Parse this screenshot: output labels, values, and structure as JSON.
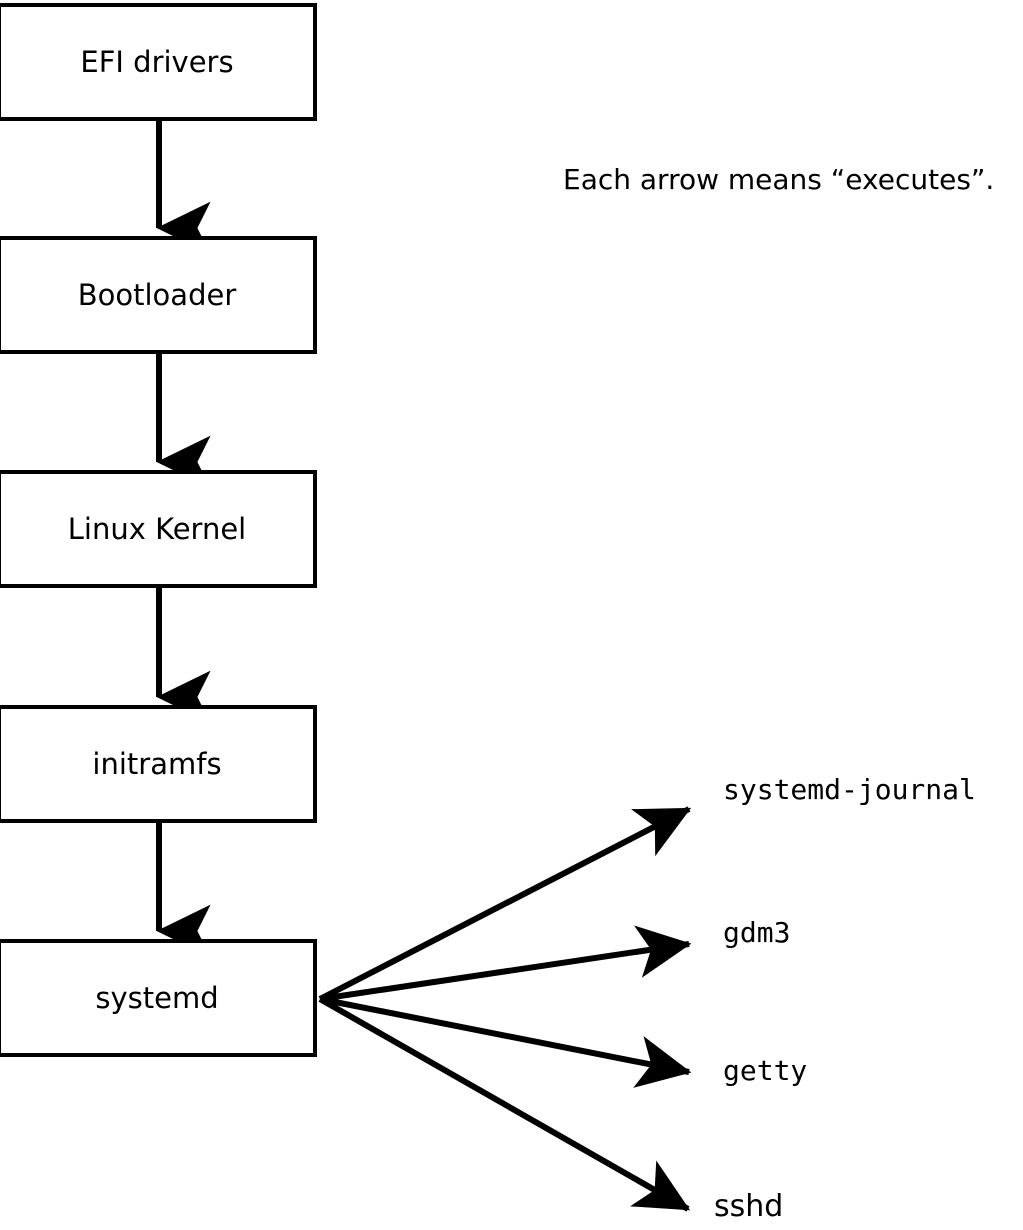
{
  "diagram": {
    "caption": "Each arrow means “executes”.",
    "boot_chain": [
      {
        "label": "EFI drivers"
      },
      {
        "label": "Bootloader"
      },
      {
        "label": "Linux Kernel"
      },
      {
        "label": "initramfs"
      },
      {
        "label": "systemd"
      }
    ],
    "spawned_services": [
      {
        "label": "systemd-journal"
      },
      {
        "label": "gdm3"
      },
      {
        "label": "getty"
      },
      {
        "label": "sshd"
      }
    ],
    "colors": {
      "stroke": "#000000",
      "fill": "#ffffff",
      "text": "#000000"
    }
  }
}
